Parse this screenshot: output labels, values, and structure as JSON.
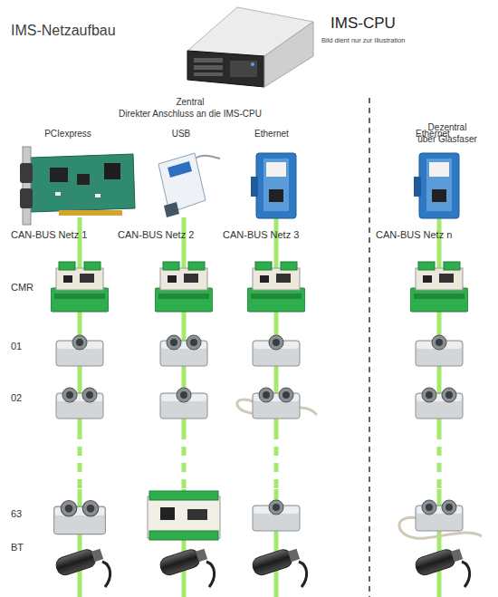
{
  "diagram": {
    "title": "IMS-Netzaufbau",
    "nodes": [
      {
        "text": [
          "IMS-CPU",
          "Bild dient nur zur Illustration"
        ]
      },
      {
        "text": [
          "PCIexpress",
          "CAN-BUS Netz 1"
        ]
      },
      {
        "text": [
          "USB",
          "CAN-BUS Netz 2"
        ]
      },
      {
        "text": [
          "Ethernet",
          "CAN-BUS Netz 3"
        ]
      },
      {
        "text": [
          "Ethernet",
          "CAN-BUS Netz n"
        ]
      }
    ],
    "labels": [
      "Zentral",
      "Direkter Anschluss an die IMS-CPU",
      "Dezentral",
      "über Glasfaser",
      "CMR",
      "01",
      "02",
      "63",
      "BT"
    ]
  }
}
